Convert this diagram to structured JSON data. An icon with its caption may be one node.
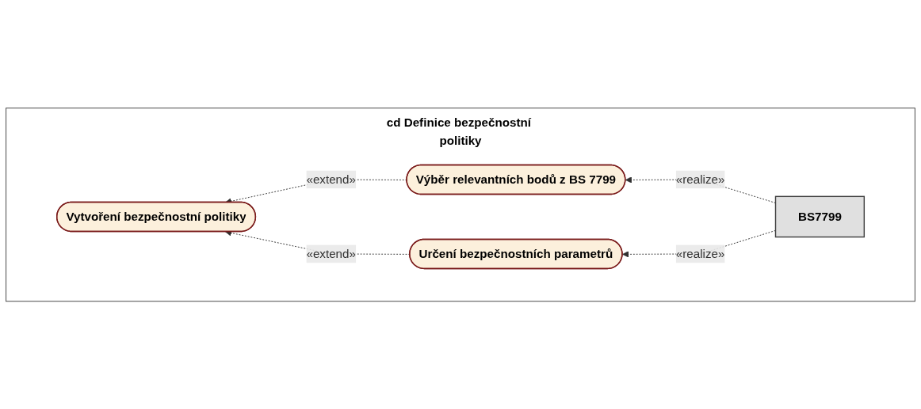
{
  "diagram": {
    "nodes": [
      {
        "text": [
          "cd Definice bezpečnostní politiky"
        ]
      },
      {
        "text": [
          "Výběr relevantních bodů z BS 7799"
        ],
        "in": 0
      },
      {
        "text": [
          "Vytvoření bezpečnostní politiky"
        ],
        "in": 0
      },
      {
        "text": [
          "Určení bezpečnostních parametrů"
        ],
        "in": 0
      },
      {
        "text": [
          "BS7799"
        ],
        "in": 0
      }
    ],
    "edges": [
      {
        "from": 1,
        "to": 2,
        "arrow": "to",
        "label": "«extend»",
        "style": "dashed"
      },
      {
        "from": 3,
        "to": 2,
        "arrow": "to",
        "label": "«extend»",
        "style": "dashed"
      },
      {
        "from": 4,
        "to": 1,
        "arrow": "to",
        "label": "«realize»",
        "style": "dashed"
      },
      {
        "from": 4,
        "to": 3,
        "arrow": "to",
        "label": "«realize»",
        "style": "dashed"
      }
    ]
  }
}
